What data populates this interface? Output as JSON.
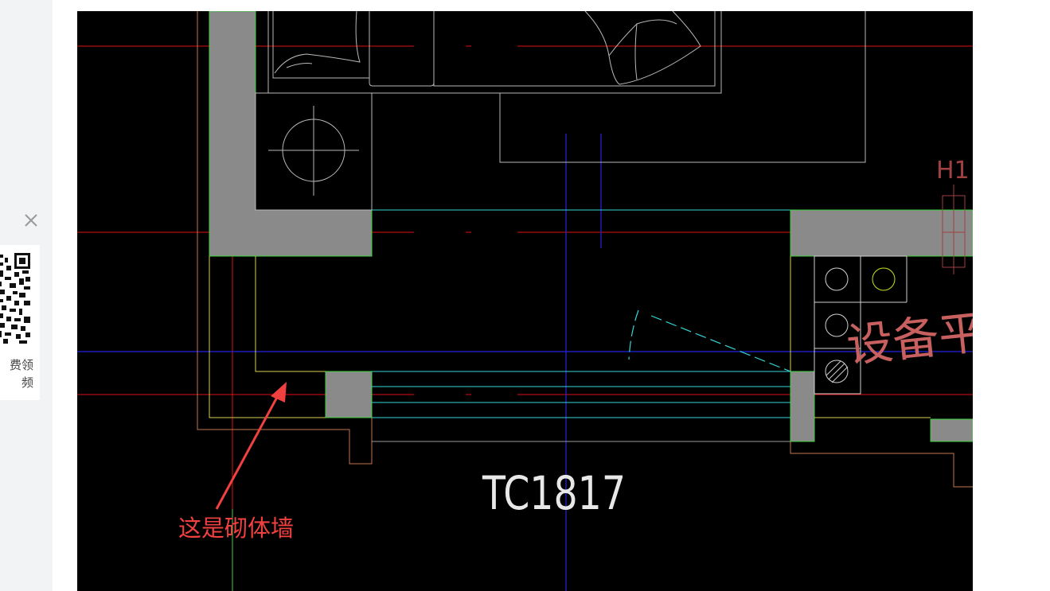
{
  "side_panel": {
    "close_icon": "close-icon",
    "qr_icon": "qr-code-icon",
    "qr_caption_line1": "费领",
    "qr_caption_line2": "频"
  },
  "cad": {
    "window_label": "TC1817",
    "axis_label": "H1",
    "room_label": "设备平",
    "annotation": "这是砌体墙"
  },
  "colors": {
    "background": "#000000",
    "wall_fill": "#8a8a8a",
    "wall_edge": "#3fd23f",
    "axis_red": "#e01010",
    "axis_blue": "#2020d8",
    "cyan": "#35d6d6",
    "annotation": "#f04040"
  }
}
